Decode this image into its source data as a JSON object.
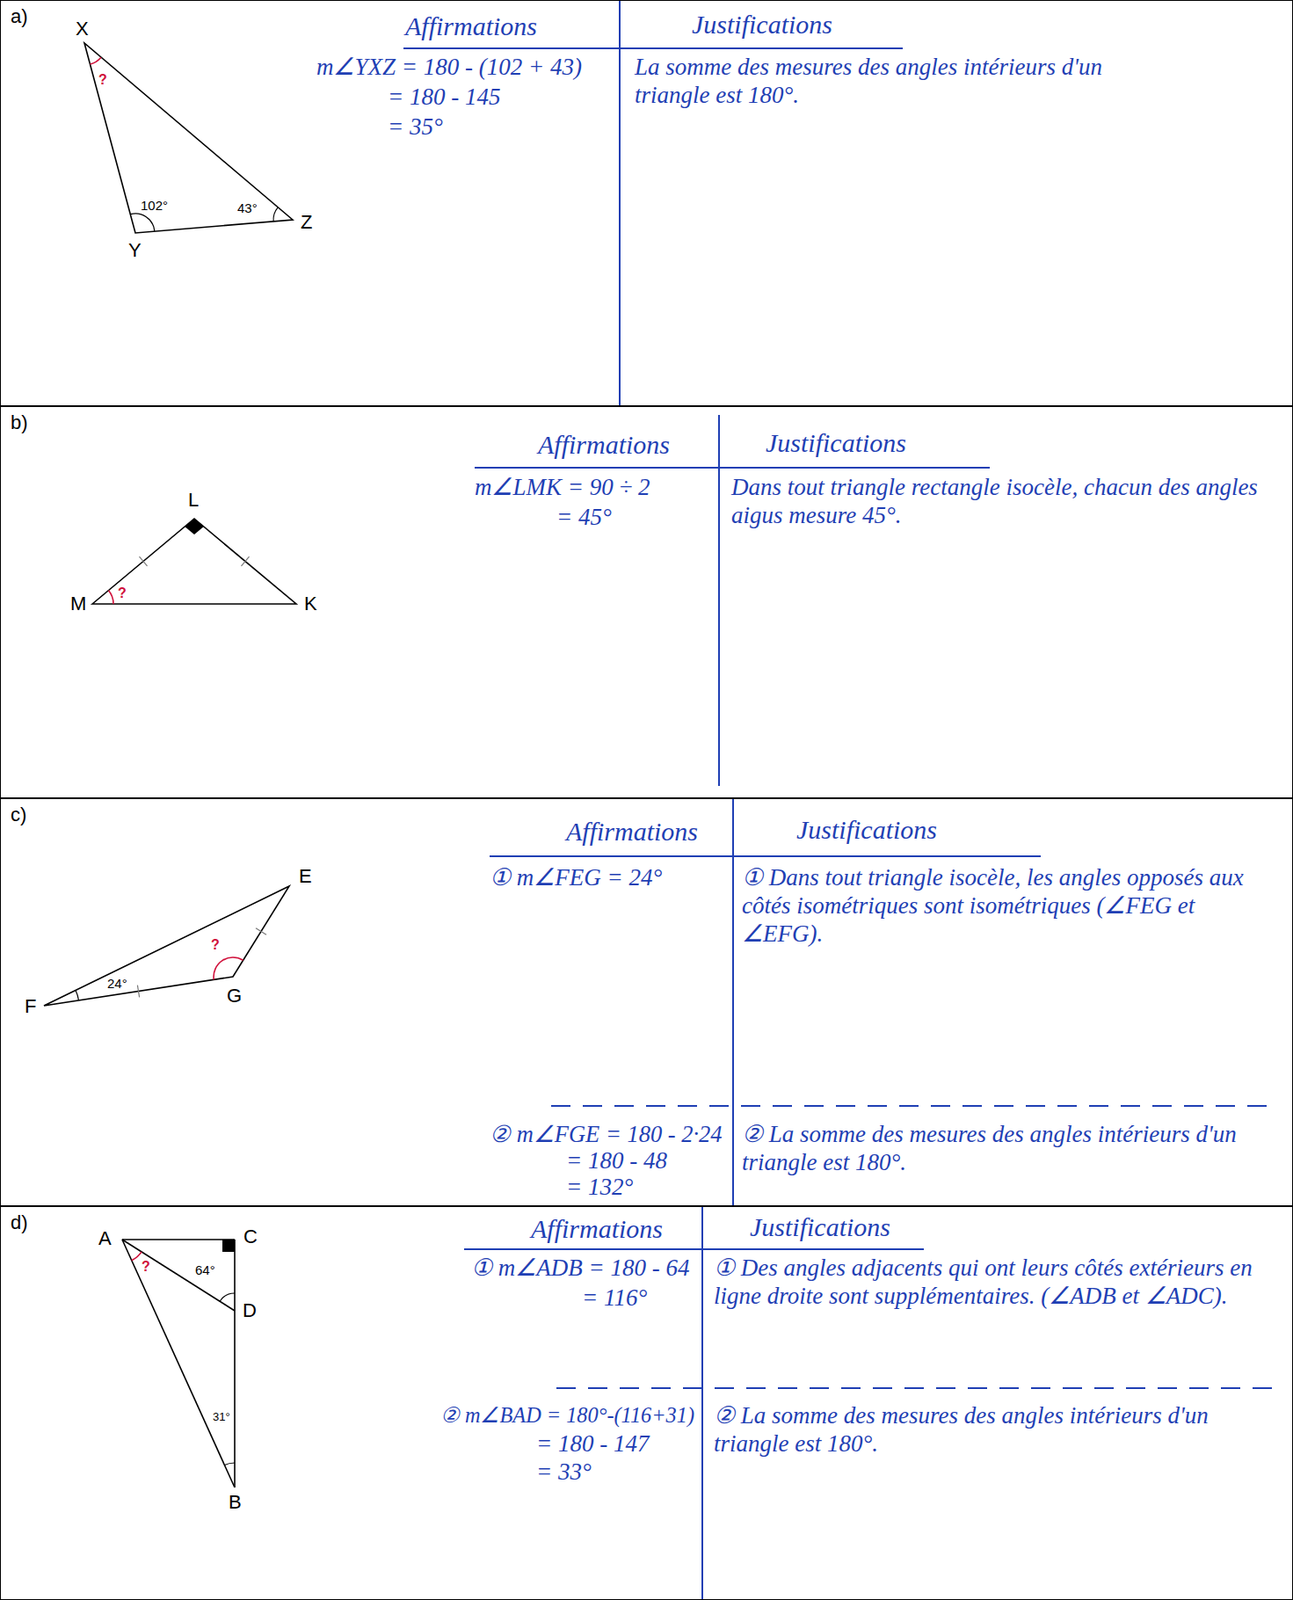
{
  "diagram": {
    "nodes": [
      {
        "text": [
          "a)",
          "X",
          "?",
          "102°",
          "43°",
          "Y",
          "Z",
          "Affirmations",
          "Justifications",
          "m∠YXZ = 180 - (102 + 43)",
          "= 180 - 145",
          "= 35°",
          "La somme des mesures des angles intérieurs d'un triangle est 180°."
        ]
      },
      {
        "text": [
          "b)",
          "L",
          "?",
          "M",
          "K",
          "Affirmations",
          "Justifications",
          "m∠LMK = 90 ÷ 2",
          "= 45°",
          "Dans tout triangle rectangle isocèle, chacun des angles aigus mesure 45°."
        ]
      },
      {
        "text": [
          "c)",
          "E",
          "?",
          "24°",
          "F",
          "G",
          "Affirmations",
          "Justifications",
          "① m∠FEG = 24°",
          "① Dans tout triangle isocèle, les angles opposés aux côtés isométriques sont isométriques (∠FEG et ∠EFG).",
          "② m∠FGE = 180 - 2·24",
          "= 180 - 48",
          "= 132°",
          "② La somme des mesures des angles intérieurs d'un triangle est 180°."
        ]
      },
      {
        "text": [
          "d)",
          "A",
          "C",
          "?",
          "64°",
          "D",
          "31°",
          "B",
          "Affirmations",
          "Justifications",
          "① m∠ADB = 180 - 64",
          "= 116°",
          "① Des angles adjacents qui ont leurs côtés extérieurs en ligne droite sont supplémentaires. (∠ADB et ∠ADC).",
          "② m∠BAD = 180°-(116+31)",
          "= 180 - 147",
          "= 33°",
          "② La somme des mesures des angles intérieurs d'un triangle est 180°."
        ]
      }
    ]
  }
}
